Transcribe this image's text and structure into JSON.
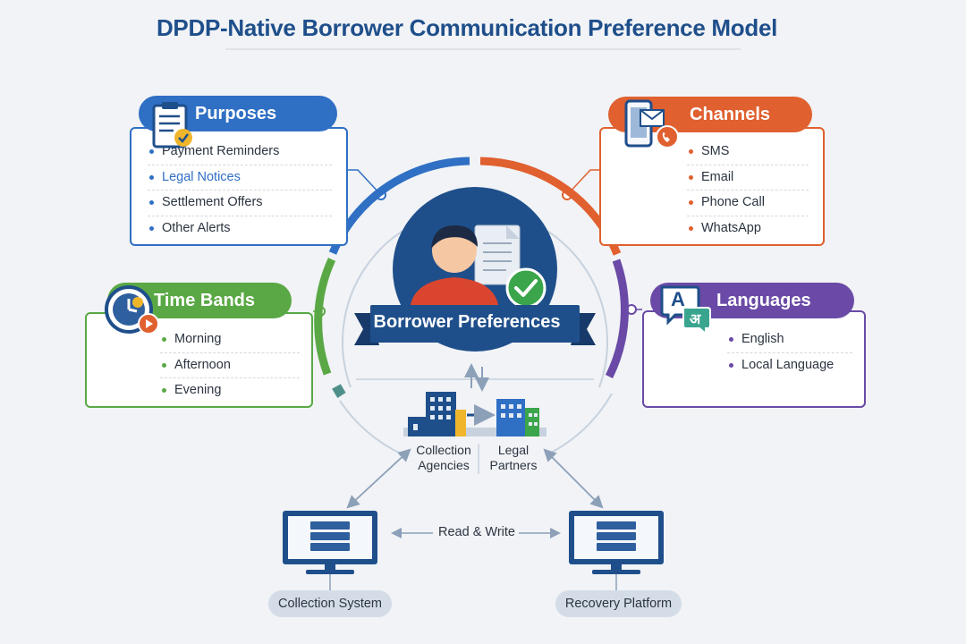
{
  "title": "DPDP-Native Borrower Communication Preference Model",
  "center": {
    "label": "Borrower Preferences"
  },
  "purposes": {
    "heading": "Purposes",
    "items": [
      "Payment Reminders",
      "Legal Notices",
      "Settlement Offers",
      "Other Alerts"
    ]
  },
  "channels": {
    "heading": "Channels",
    "items": [
      "SMS",
      "Email",
      "Phone Call",
      "WhatsApp"
    ]
  },
  "time_bands": {
    "heading": "Time Bands",
    "items": [
      "Morning",
      "Afternoon",
      "Evening"
    ]
  },
  "languages": {
    "heading": "Languages",
    "items": [
      "English",
      "Local Language"
    ],
    "icon_glyphs": [
      "A",
      "अ"
    ]
  },
  "partners": {
    "collection": "Collection Agencies",
    "legal": "Legal Partners"
  },
  "systems": {
    "read_write": "Read & Write",
    "collection_system": "Collection System",
    "recovery_platform": "Recovery Platform"
  },
  "colors": {
    "blue": "#2f6fc4",
    "orange": "#e0602f",
    "green": "#5aa845",
    "purple": "#6a4aa6",
    "navy": "#1f4f8b",
    "teal": "#4f8f8a"
  }
}
